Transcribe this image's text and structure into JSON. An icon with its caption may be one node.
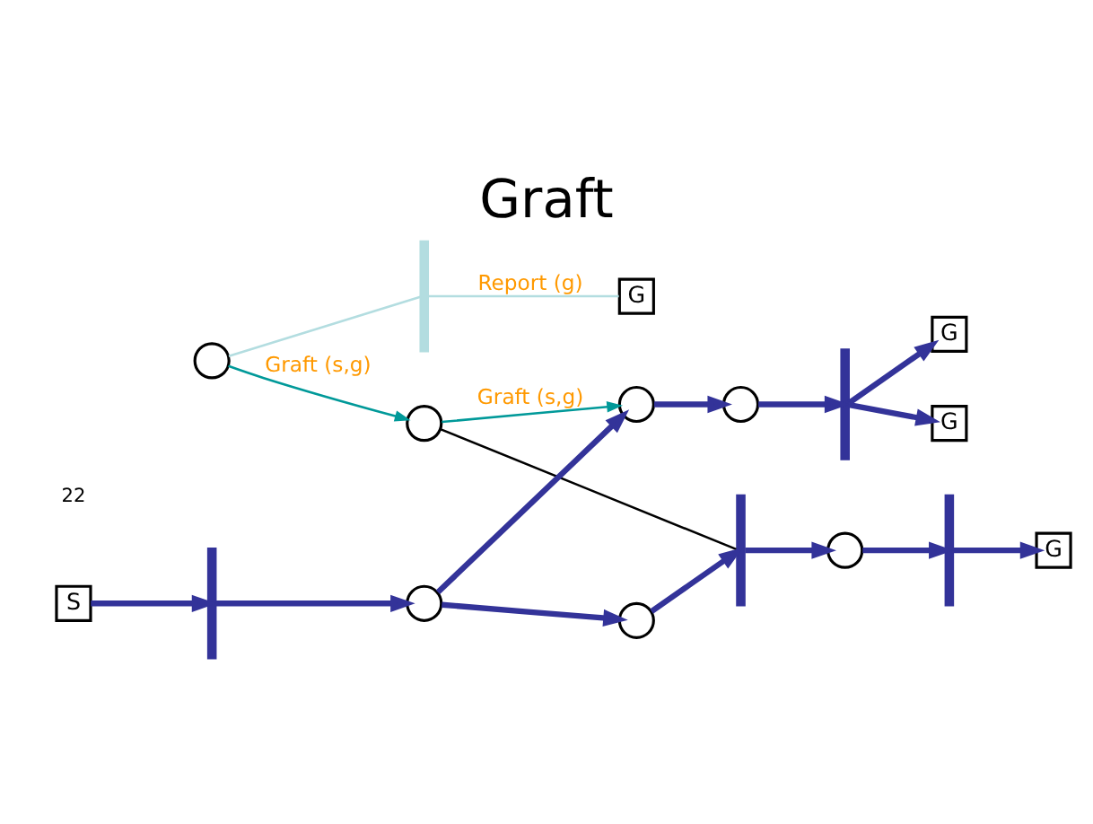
{
  "diagram": {
    "title": "Graft",
    "nodes": [
      {
        "text": [
          "G"
        ]
      },
      {
        "text": [
          "G"
        ]
      },
      {
        "text": [],
        "shape": "bar"
      },
      {
        "text": [
          "G"
        ]
      },
      {
        "text": [],
        "shape": "bar"
      },
      {
        "text": [],
        "shape": "circle"
      },
      {
        "text": [],
        "shape": "circle"
      },
      {
        "text": [],
        "shape": "circle"
      },
      {
        "text": [
          "S"
        ]
      },
      {
        "text": [],
        "shape": "bar"
      },
      {
        "text": [],
        "shape": "circle"
      },
      {
        "text": [],
        "shape": "circle"
      },
      {
        "text": [],
        "shape": "circle"
      },
      {
        "text": [],
        "shape": "bar"
      },
      {
        "text": [],
        "shape": "circle"
      },
      {
        "text": [],
        "shape": "bar"
      },
      {
        "text": [
          "G"
        ]
      }
    ],
    "edges": [
      {
        "from": 8,
        "to": 9,
        "arrow": "to"
      },
      {
        "from": 9,
        "to": 11,
        "arrow": "to"
      },
      {
        "from": 11,
        "to": 6,
        "arrow": "to"
      },
      {
        "from": 11,
        "to": 12,
        "arrow": "to"
      },
      {
        "from": 6,
        "to": 5,
        "arrow": "to"
      },
      {
        "from": 5,
        "to": 2,
        "arrow": "to"
      },
      {
        "from": 2,
        "to": 0,
        "arrow": "to"
      },
      {
        "from": 2,
        "to": 1,
        "arrow": "to"
      },
      {
        "from": 12,
        "to": 13,
        "arrow": "to"
      },
      {
        "from": 13,
        "to": 14,
        "arrow": "to"
      },
      {
        "from": 14,
        "to": 15,
        "arrow": "to"
      },
      {
        "from": 15,
        "to": 16,
        "arrow": "to"
      },
      {
        "from": 10,
        "to": 13,
        "arrow": "none",
        "color": "#000000"
      },
      {
        "from": 7,
        "to": 10,
        "arrow": "to",
        "label": "Graft (s,g)",
        "color": "#009999"
      },
      {
        "from": 10,
        "to": 6,
        "arrow": "to",
        "label": "Graft (s,g)",
        "color": "#009999"
      },
      {
        "from": 7,
        "to": 4,
        "arrow": "none",
        "color": "#b3dde0"
      },
      {
        "from": 4,
        "to": 3,
        "arrow": "none",
        "label": "Report (g)",
        "color": "#b3dde0"
      }
    ],
    "labels": [
      "22"
    ]
  }
}
